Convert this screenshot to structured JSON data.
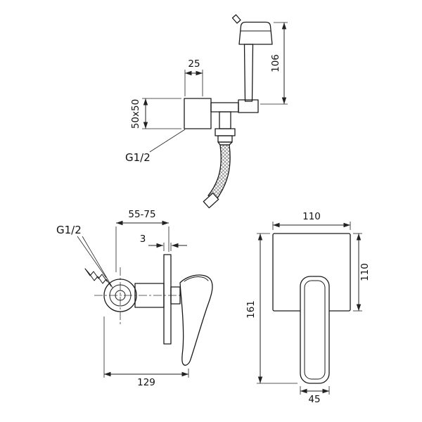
{
  "colors": {
    "line": "#1a1a1a",
    "dimension": "#222222",
    "background": "#ffffff"
  },
  "views": {
    "sprayer": {
      "description": "hand bidet sprayer with square wall holder, hose",
      "dims": {
        "holder_width": "25",
        "wall_plate": "50x50",
        "sprayer_length": "106"
      },
      "labels": {
        "thread": "G1/2"
      }
    },
    "mixer_side": {
      "description": "concealed mixer valve, side view",
      "dims": {
        "install_depth": "55-75",
        "plate_thickness": "3",
        "total_depth": "129"
      },
      "labels": {
        "thread": "G1/2"
      }
    },
    "mixer_front": {
      "description": "concealed mixer trim plate with lever, front view",
      "dims": {
        "plate_width": "110",
        "plate_height": "110",
        "total_height": "161",
        "handle_width": "45"
      }
    }
  }
}
